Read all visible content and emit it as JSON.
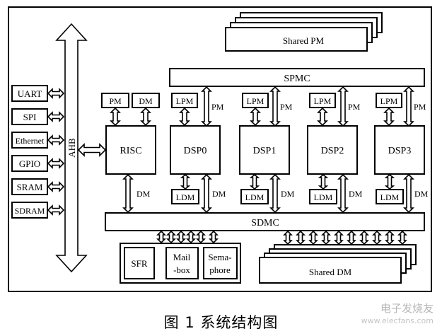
{
  "diagram": {
    "peripherals": [
      "UART",
      "SPI",
      "Ethernet",
      "GPIO",
      "SRAM",
      "SDRAM"
    ],
    "bus_label": "AHB",
    "shared_pm": "Shared PM",
    "spmc": "SPMC",
    "sdmc": "SDMC",
    "risc": {
      "name": "RISC",
      "pm": "PM",
      "dm": "DM",
      "dm_link": "DM"
    },
    "dsps": [
      {
        "name": "DSP0",
        "lpm": "LPM",
        "pm_link": "PM",
        "ldm": "LDM",
        "dm_link": "DM"
      },
      {
        "name": "DSP1",
        "lpm": "LPM",
        "pm_link": "PM",
        "ldm": "LDM",
        "dm_link": "DM"
      },
      {
        "name": "DSP2",
        "lpm": "LPM",
        "pm_link": "PM",
        "ldm": "LDM",
        "dm_link": "DM"
      },
      {
        "name": "DSP3",
        "lpm": "LPM",
        "pm_link": "PM",
        "ldm": "LDM",
        "dm_link": "DM"
      }
    ],
    "sfr": "SFR",
    "mailbox": [
      "Mail",
      "-box"
    ],
    "semaphore": [
      "Sema-",
      "phore"
    ],
    "shared_dm": "Shared DM"
  },
  "caption": "图 1    系统结构图",
  "watermark": {
    "brand": "电子发烧友",
    "url": "www.elecfans.com"
  }
}
